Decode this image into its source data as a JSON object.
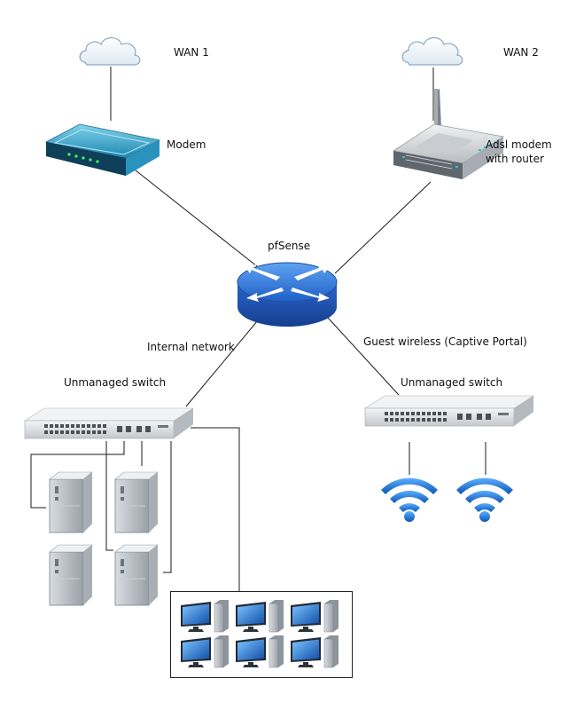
{
  "labels": {
    "wan1": "WAN 1",
    "wan2": "WAN 2",
    "modem": "Modem",
    "adsl_line1": "Adsl modem",
    "adsl_line2": "with router",
    "firewall": "pfSense",
    "internal_network": "Internal network",
    "guest_wireless": "Guest wireless (Captive Portal)",
    "switch_left": "Unmanaged switch",
    "switch_right": "Unmanaged switch"
  },
  "icons": {
    "cloud": "cloud-icon",
    "modem": "modem-icon",
    "router": "adsl-router-icon",
    "firewall": "pfsense-router-icon",
    "switch": "network-switch-icon",
    "server": "server-tower-icon",
    "workstation": "workstation-icon",
    "wifi": "wifi-icon"
  },
  "colors": {
    "router_blue": "#2f6fd6",
    "wifi_blue": "#1b6fd0",
    "modem_teal": "#2aa3c6",
    "switch_gray": "#d9dcdf",
    "server_gray": "#b9bec4",
    "line": "#1a1a1a"
  }
}
